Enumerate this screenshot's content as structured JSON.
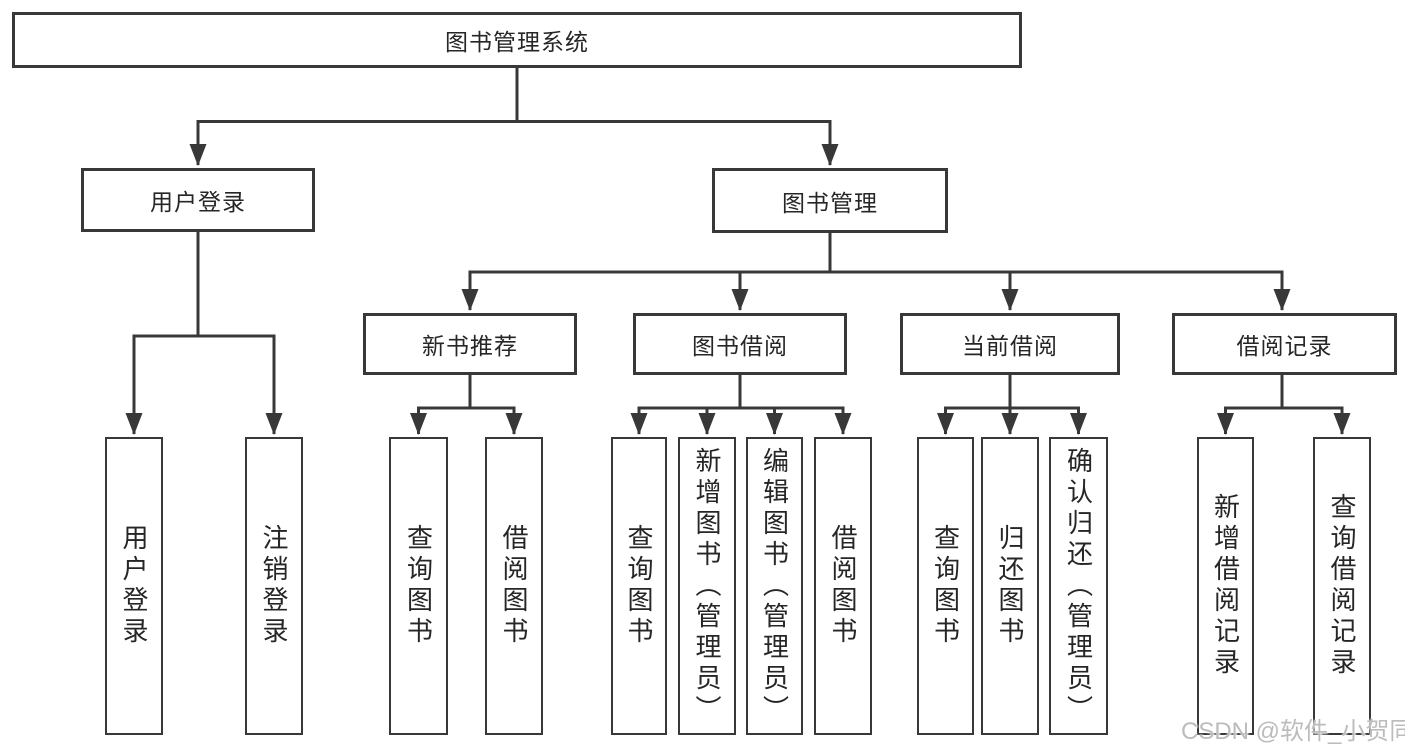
{
  "tree": {
    "root": {
      "label": "图书管理系统",
      "children": [
        {
          "label": "用户登录",
          "children": [
            {
              "label": "用户登录"
            },
            {
              "label": "注销登录"
            }
          ]
        },
        {
          "label": "图书管理",
          "children": [
            {
              "label": "新书推荐",
              "children": [
                {
                  "label": "查询图书"
                },
                {
                  "label": "借阅图书"
                }
              ]
            },
            {
              "label": "图书借阅",
              "children": [
                {
                  "label": "查询图书"
                },
                {
                  "label": "新增图书（管理员）"
                },
                {
                  "label": "编辑图书（管理员）"
                },
                {
                  "label": "借阅图书"
                }
              ]
            },
            {
              "label": "当前借阅",
              "children": [
                {
                  "label": "查询图书"
                },
                {
                  "label": "归还图书"
                },
                {
                  "label": "确认归还（管理员）"
                }
              ]
            },
            {
              "label": "借阅记录",
              "children": [
                {
                  "label": "新增借阅记录"
                },
                {
                  "label": "查询借阅记录"
                }
              ]
            }
          ]
        }
      ]
    }
  },
  "watermark": {
    "text": "CSDN @软件_小贺同学"
  },
  "colors": {
    "line": "#383838",
    "text": "#262626",
    "box_background": "#ffffff",
    "page_background": "#ffffff",
    "watermark": "#bcbcbc"
  }
}
